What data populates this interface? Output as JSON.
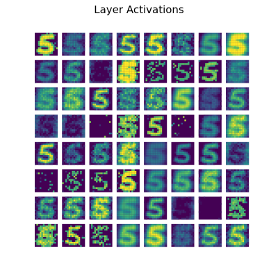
{
  "figure": {
    "title": "Layer Activations"
  },
  "chart_data": {
    "type": "heatmap",
    "title": "Layer Activations",
    "layout": "8x8 grid of feature-map activation images (no axes, no tick labels, no legend, no colorbar)",
    "grid_rows": 8,
    "grid_cols": 8,
    "panel_resolution": [
      14,
      14
    ],
    "colormap": "viridis",
    "colormap_colors": [
      "#440154",
      "#3b528b",
      "#21918c",
      "#5ec962",
      "#fde725"
    ],
    "background_color": "#440154",
    "grid": false,
    "subject": "handwritten digit 5"
  }
}
